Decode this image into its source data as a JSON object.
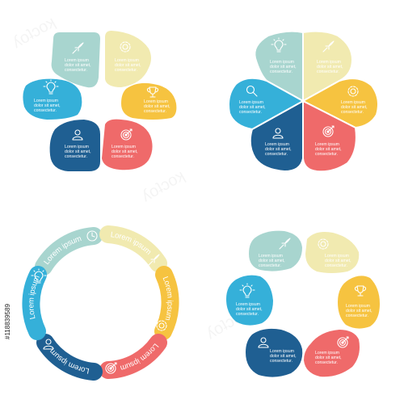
{
  "colors": {
    "teal": "#a8d5cf",
    "cream": "#f1eab0",
    "yellow": "#f6c340",
    "red": "#ef6a6a",
    "navy": "#1f5f92",
    "blue": "#35b0d9"
  },
  "petal_text": {
    "line1": "Lorem ipsum",
    "line2": "dolor sit amet,",
    "line3": "consectetur."
  },
  "ring_labels": {
    "label": "Lorem ipsum"
  },
  "icons": [
    "rocket-icon",
    "gear-icon",
    "trophy-icon",
    "target-icon",
    "user-icon",
    "lightbulb-icon",
    "magnifier-icon",
    "clock-icon"
  ],
  "stock_id": "#118839589"
}
